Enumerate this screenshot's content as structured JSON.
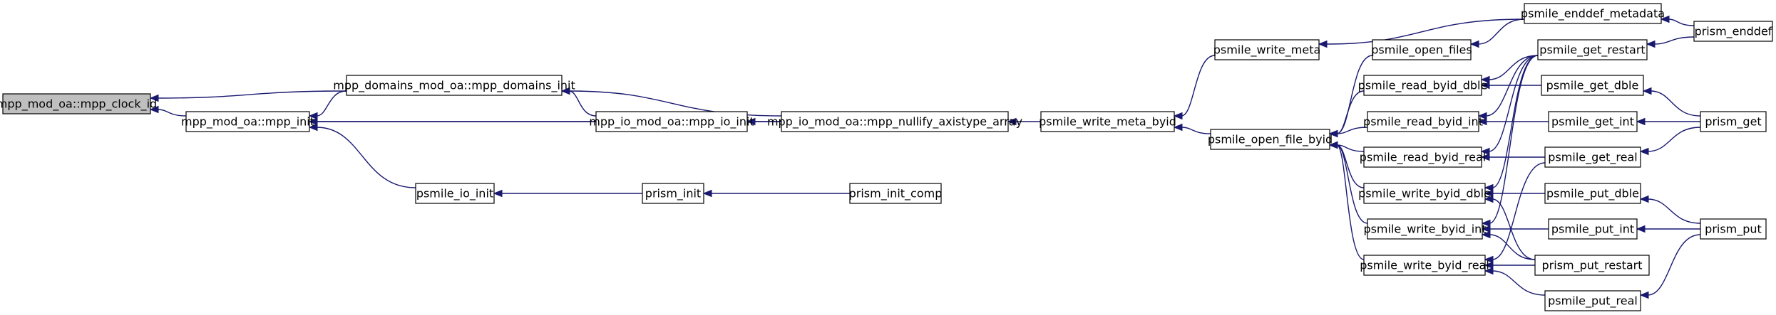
{
  "graph": {
    "root": "mpp_clock_id",
    "colors": {
      "edge": "#191970",
      "node_border": "#000000",
      "node_fill": "#ffffff",
      "root_fill": "#bfbfbf"
    },
    "nodes": [
      {
        "id": "mpp_clock_id",
        "label": "mpp_mod_oa::mpp_clock_id",
        "root": true
      },
      {
        "id": "mpp_domains_init",
        "label": "mpp_domains_mod_oa::mpp_domains_init"
      },
      {
        "id": "mpp_init",
        "label": "mpp_mod_oa::mpp_init"
      },
      {
        "id": "mpp_io_init",
        "label": "mpp_io_mod_oa::mpp_io_init"
      },
      {
        "id": "mpp_nullify",
        "label": "mpp_io_mod_oa::mpp_nullify_axistype_array"
      },
      {
        "id": "psmile_io_init",
        "label": "psmile_io_init"
      },
      {
        "id": "prism_init",
        "label": "prism_init"
      },
      {
        "id": "prism_init_comp",
        "label": "prism_init_comp"
      },
      {
        "id": "psmile_write_meta_byid",
        "label": "psmile_write_meta_byid"
      },
      {
        "id": "psmile_write_meta",
        "label": "psmile_write_meta"
      },
      {
        "id": "psmile_open_file_byid",
        "label": "psmile_open_file_byid"
      },
      {
        "id": "psmile_open_files",
        "label": "psmile_open_files"
      },
      {
        "id": "psmile_read_byid_dble",
        "label": "psmile_read_byid_dble"
      },
      {
        "id": "psmile_read_byid_int",
        "label": "psmile_read_byid_int"
      },
      {
        "id": "psmile_read_byid_real",
        "label": "psmile_read_byid_real"
      },
      {
        "id": "psmile_write_byid_dble",
        "label": "psmile_write_byid_dble"
      },
      {
        "id": "psmile_write_byid_int",
        "label": "psmile_write_byid_int"
      },
      {
        "id": "psmile_write_byid_real",
        "label": "psmile_write_byid_real"
      },
      {
        "id": "psmile_enddef_metadata",
        "label": "psmile_enddef_metadata"
      },
      {
        "id": "psmile_get_restart",
        "label": "psmile_get_restart"
      },
      {
        "id": "psmile_get_dble",
        "label": "psmile_get_dble"
      },
      {
        "id": "psmile_get_int",
        "label": "psmile_get_int"
      },
      {
        "id": "psmile_get_real",
        "label": "psmile_get_real"
      },
      {
        "id": "psmile_put_dble",
        "label": "psmile_put_dble"
      },
      {
        "id": "psmile_put_int",
        "label": "psmile_put_int"
      },
      {
        "id": "prism_put_restart",
        "label": "prism_put_restart"
      },
      {
        "id": "psmile_put_real",
        "label": "psmile_put_real"
      },
      {
        "id": "prism_enddef",
        "label": "prism_enddef"
      },
      {
        "id": "prism_get",
        "label": "prism_get"
      },
      {
        "id": "prism_put",
        "label": "prism_put"
      }
    ],
    "edges": [
      {
        "from": "mpp_domains_init",
        "to": "mpp_clock_id"
      },
      {
        "from": "mpp_init",
        "to": "mpp_clock_id"
      },
      {
        "from": "mpp_io_init",
        "to": "mpp_domains_init"
      },
      {
        "from": "mpp_nullify",
        "to": "mpp_domains_init"
      },
      {
        "from": "mpp_domains_init",
        "to": "mpp_init"
      },
      {
        "from": "mpp_io_init",
        "to": "mpp_init"
      },
      {
        "from": "mpp_nullify",
        "to": "mpp_init"
      },
      {
        "from": "psmile_io_init",
        "to": "mpp_init"
      },
      {
        "from": "mpp_nullify",
        "to": "mpp_io_init"
      },
      {
        "from": "psmile_write_meta_byid",
        "to": "mpp_nullify"
      },
      {
        "from": "prism_init",
        "to": "psmile_io_init"
      },
      {
        "from": "prism_init_comp",
        "to": "prism_init"
      },
      {
        "from": "psmile_write_meta",
        "to": "psmile_write_meta_byid"
      },
      {
        "from": "psmile_open_file_byid",
        "to": "psmile_write_meta_byid"
      },
      {
        "from": "psmile_enddef_metadata",
        "to": "psmile_write_meta"
      },
      {
        "from": "psmile_open_files",
        "to": "psmile_open_file_byid"
      },
      {
        "from": "psmile_read_byid_dble",
        "to": "psmile_open_file_byid"
      },
      {
        "from": "psmile_read_byid_int",
        "to": "psmile_open_file_byid"
      },
      {
        "from": "psmile_read_byid_real",
        "to": "psmile_open_file_byid"
      },
      {
        "from": "psmile_write_byid_dble",
        "to": "psmile_open_file_byid"
      },
      {
        "from": "psmile_write_byid_int",
        "to": "psmile_open_file_byid"
      },
      {
        "from": "psmile_write_byid_real",
        "to": "psmile_open_file_byid"
      },
      {
        "from": "psmile_enddef_metadata",
        "to": "psmile_open_files"
      },
      {
        "from": "psmile_get_restart",
        "to": "psmile_read_byid_dble"
      },
      {
        "from": "psmile_get_dble",
        "to": "psmile_read_byid_dble"
      },
      {
        "from": "psmile_get_restart",
        "to": "psmile_read_byid_int"
      },
      {
        "from": "psmile_get_int",
        "to": "psmile_read_byid_int"
      },
      {
        "from": "psmile_get_restart",
        "to": "psmile_read_byid_real"
      },
      {
        "from": "psmile_get_real",
        "to": "psmile_read_byid_real"
      },
      {
        "from": "psmile_get_restart",
        "to": "psmile_write_byid_dble"
      },
      {
        "from": "psmile_put_dble",
        "to": "psmile_write_byid_dble"
      },
      {
        "from": "prism_put_restart",
        "to": "psmile_write_byid_dble"
      },
      {
        "from": "psmile_get_restart",
        "to": "psmile_write_byid_int"
      },
      {
        "from": "psmile_put_int",
        "to": "psmile_write_byid_int"
      },
      {
        "from": "prism_put_restart",
        "to": "psmile_write_byid_int"
      },
      {
        "from": "psmile_get_real",
        "to": "psmile_write_byid_real"
      },
      {
        "from": "prism_put_restart",
        "to": "psmile_write_byid_real"
      },
      {
        "from": "psmile_put_real",
        "to": "psmile_write_byid_real"
      },
      {
        "from": "prism_enddef",
        "to": "psmile_enddef_metadata"
      },
      {
        "from": "prism_enddef",
        "to": "psmile_get_restart"
      },
      {
        "from": "prism_get",
        "to": "psmile_get_dble"
      },
      {
        "from": "prism_get",
        "to": "psmile_get_int"
      },
      {
        "from": "prism_get",
        "to": "psmile_get_real"
      },
      {
        "from": "prism_put",
        "to": "psmile_put_dble"
      },
      {
        "from": "prism_put",
        "to": "psmile_put_int"
      },
      {
        "from": "prism_put",
        "to": "psmile_put_real"
      }
    ]
  }
}
